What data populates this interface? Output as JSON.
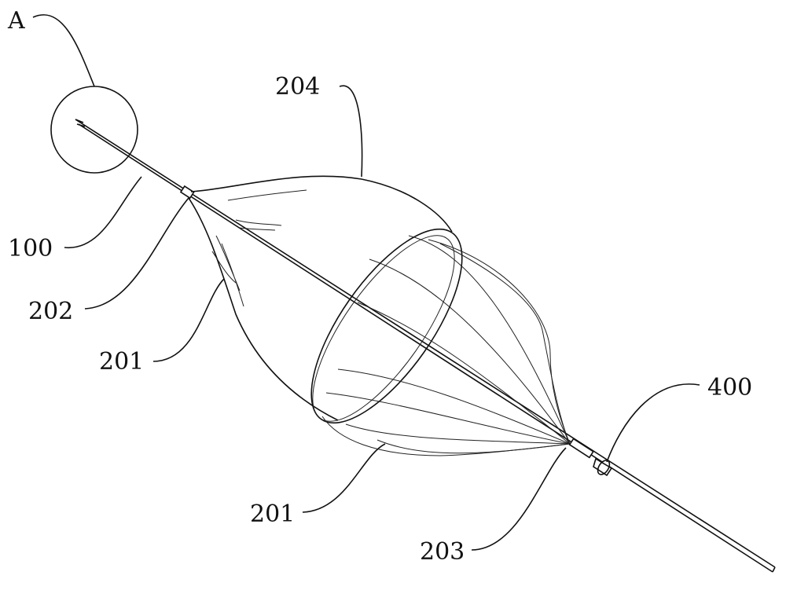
{
  "figure": {
    "labels": {
      "detail_a": "A",
      "funnel": "204",
      "catheter": "100",
      "proximal_collar": "202",
      "wire_upper": "201",
      "wire_lower": "201",
      "distal_collar": "203",
      "tip_element": "400"
    }
  }
}
